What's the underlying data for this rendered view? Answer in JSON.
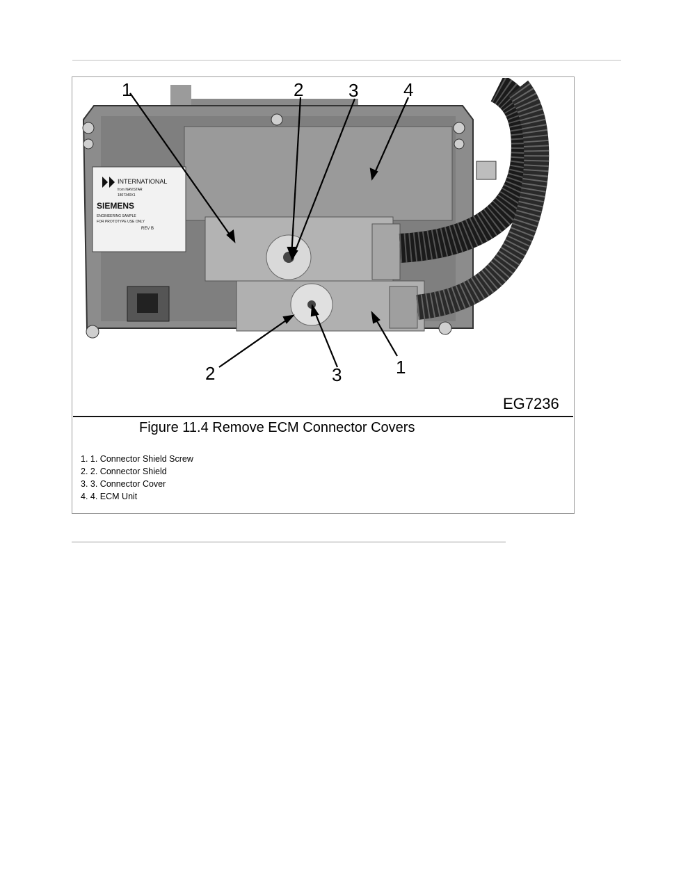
{
  "figure": {
    "code": "EG7236",
    "caption": "Figure 11.4 Remove ECM Connector Covers",
    "callouts": {
      "top_1": "1",
      "top_2": "2",
      "top_3": "3",
      "top_4": "4",
      "bottom_2": "2",
      "bottom_3": "3",
      "bottom_1": "1"
    },
    "sticker": {
      "brand": "INTERNATIONAL",
      "line1": "from NAVISTAR",
      "line2": "1807340X1",
      "maker": "SIEMENS",
      "line3": "ENGINEERING SAMPLE",
      "line4": "FOR PROTOTYPE USE ONLY",
      "rev": "REV B"
    }
  },
  "legend": [
    "1. 1. Connector Shield Screw",
    "2. 2. Connector Shield",
    "3. 3. Connector Cover",
    "4. 4. ECM Unit"
  ]
}
